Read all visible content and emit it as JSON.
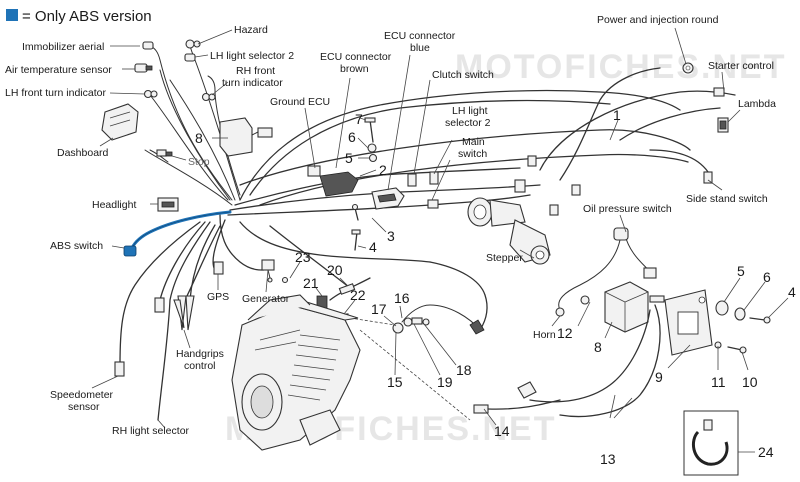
{
  "legend": {
    "text": "= Only ABS version",
    "swatch_color": "#1f73b7"
  },
  "watermarks": [
    "MOTOFICHES.NET",
    "MOTOFICHES.NET"
  ],
  "labels": {
    "hazard": "Hazard",
    "immobilizer": "Immobilizer aerial",
    "lh_light_selector_top": "LH light selector 2",
    "air_temp": "Air temperature sensor",
    "rh_front_turn_1": "RH front",
    "rh_front_turn_2": "turn indicator",
    "lh_front_turn": "LH front turn indicator",
    "ecu_brown_1": "ECU connector",
    "ecu_brown_2": "brown",
    "ecu_blue_1": "ECU connector",
    "ecu_blue_2": "blue",
    "clutch_switch": "Clutch switch",
    "power_round": "Power and injection round",
    "starter_control": "Starter control",
    "lambda": "Lambda",
    "ground_ecu": "Ground ECU",
    "lh_light_sel_mid_1": "LH light",
    "lh_light_sel_mid_2": "selector 2",
    "main_switch_1": "Main",
    "main_switch_2": "switch",
    "dashboard": "Dashboard",
    "stop": "Stop",
    "side_stand": "Side stand switch",
    "headlight": "Headlight",
    "oil_pressure": "Oil pressure switch",
    "abs_switch": "ABS switch",
    "stepper": "Stepper",
    "gps": "GPS",
    "generator": "Generator",
    "horn": "Horn",
    "handgrips_1": "Handgrips",
    "handgrips_2": "control",
    "speedometer_1": "Speedometer",
    "speedometer_2": "sensor",
    "rh_light_selector": "RH light selector"
  },
  "callouts": [
    "1",
    "2",
    "3",
    "4",
    "5",
    "6",
    "7",
    "8",
    "8",
    "5",
    "6",
    "4",
    "9",
    "10",
    "11",
    "12",
    "13",
    "14",
    "15",
    "16",
    "17",
    "18",
    "19",
    "20",
    "21",
    "22",
    "23",
    "24"
  ]
}
